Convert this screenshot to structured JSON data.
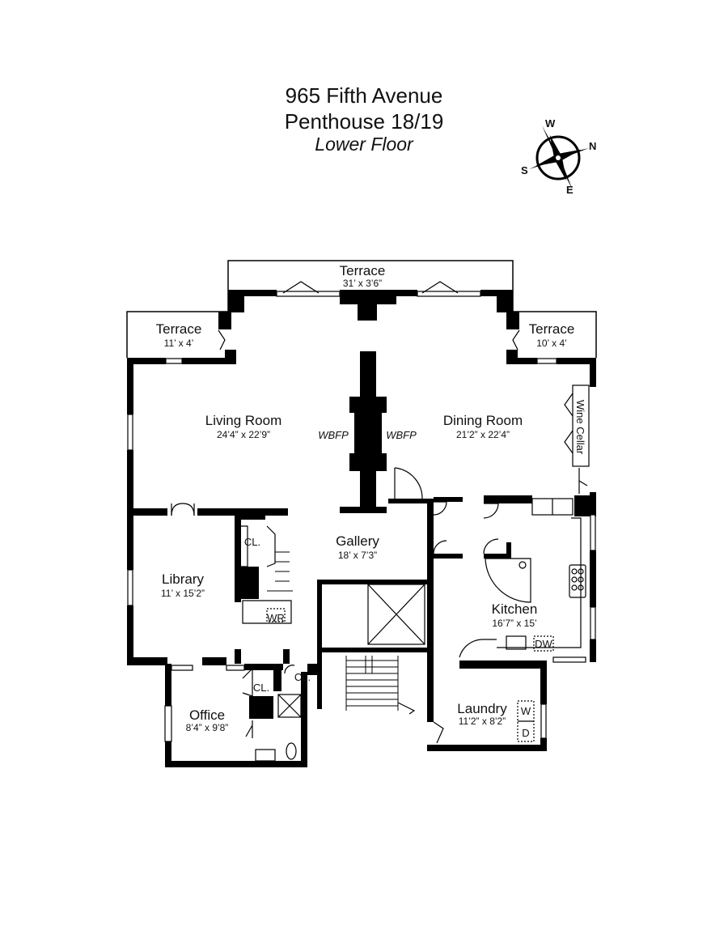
{
  "title": {
    "line1": "965 Fifth Avenue",
    "line2": "Penthouse 18/19",
    "line3": "Lower Floor"
  },
  "compass": {
    "n": "N",
    "s": "S",
    "e": "E",
    "w": "W",
    "icon": "compass-rose-icon"
  },
  "rooms": {
    "terrace_top": {
      "name": "Terrace",
      "dims": "31’ x 3’6”"
    },
    "terrace_left": {
      "name": "Terrace",
      "dims": "11’ x 4’"
    },
    "terrace_right": {
      "name": "Terrace",
      "dims": "10’ x 4’"
    },
    "living": {
      "name": "Living Room",
      "dims": "24’4” x 22’9”"
    },
    "dining": {
      "name": "Dining Room",
      "dims": "21’2” x 22’4”"
    },
    "library": {
      "name": "Library",
      "dims": "11’ x 15’2”"
    },
    "gallery": {
      "name": "Gallery",
      "dims": "18’ x 7’3”"
    },
    "kitchen": {
      "name": "Kitchen",
      "dims": "16’7” x 15’"
    },
    "office": {
      "name": "Office",
      "dims": "8’4” x 9’8”"
    },
    "laundry": {
      "name": "Laundry",
      "dims": "11’2” x 8’2”"
    }
  },
  "labels": {
    "wbfp": "WBFP",
    "wine_cellar": "Wine Cellar",
    "closet": "CL.",
    "wr": "WR",
    "dw": "DW",
    "washer": "W",
    "dryer": "D"
  },
  "colors": {
    "wall": "#000000",
    "fixture": "#444444",
    "background": "#ffffff"
  }
}
